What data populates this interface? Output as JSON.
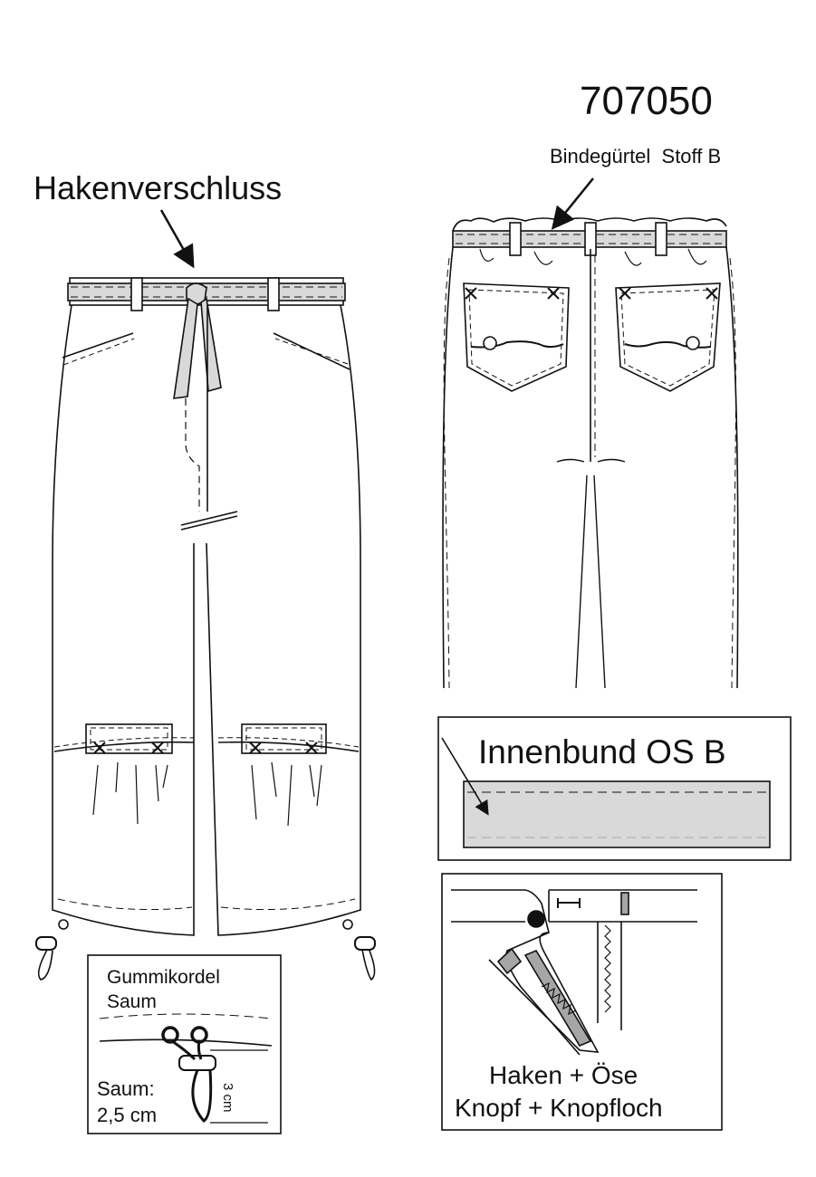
{
  "sheet": {
    "model_number": "707050"
  },
  "front_view": {
    "callout": "Hakenverschluss"
  },
  "back_view": {
    "callout": "Bindegürtel  Stoff B"
  },
  "inner_waistband_panel": {
    "title": "Innenbund OS B",
    "fill_color": "#d9d9d9"
  },
  "cord_hem_panel": {
    "line1": "Gummikordel",
    "line2": "Saum",
    "hem_label_line1": "Saum:",
    "hem_label_line2": "2,5 cm",
    "measure": "3 cm"
  },
  "closure_panel": {
    "line1": "Haken + Öse",
    "line2": "Knopf + Knopfloch"
  },
  "colors": {
    "line": "#111111",
    "belt_fill": "#d9d9d9",
    "zipper_fill": "#a6a6a6"
  }
}
